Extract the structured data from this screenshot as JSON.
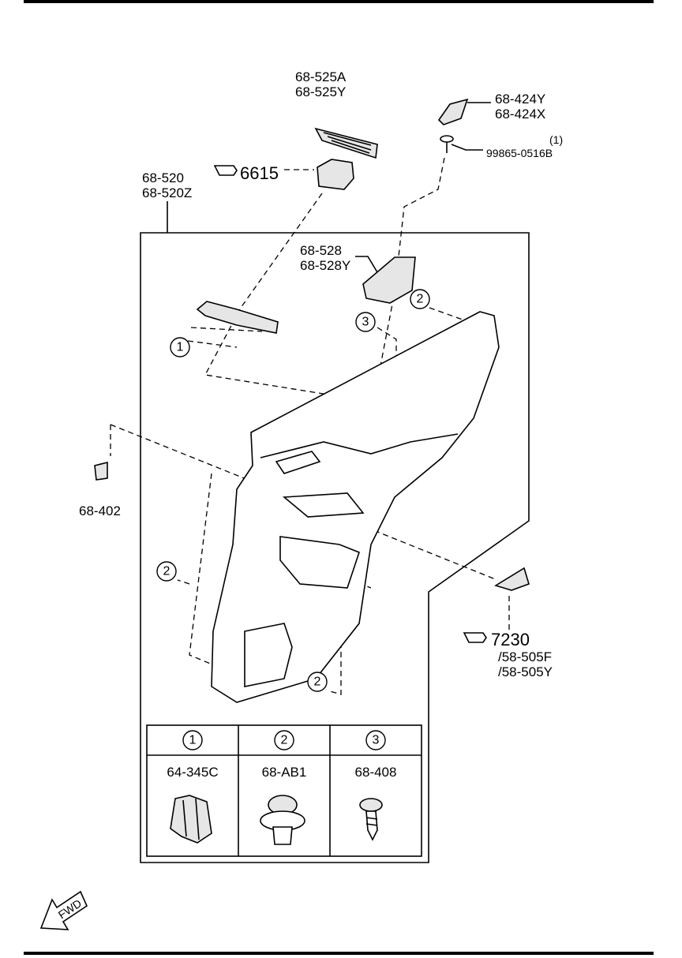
{
  "parts": {
    "grille": [
      "68-525A",
      "68-525Y"
    ],
    "garnish": [
      "68-424Y",
      "68-424X"
    ],
    "screw_qty": "(1)",
    "screw": "99865-0516B",
    "ref_6615": "6615",
    "trim_panel": [
      "68-520",
      "68-520Z"
    ],
    "switch_panel": [
      "68-528",
      "68-528Y"
    ],
    "clip_side": "68-402",
    "ref_7230": "7230",
    "trim_7230": [
      "/58-505F",
      "/58-505Y"
    ]
  },
  "callouts": {
    "one": "1",
    "two": "2",
    "three": "3"
  },
  "fastener_table": {
    "columns": [
      {
        "num": "1",
        "part": "64-345C"
      },
      {
        "num": "2",
        "part": "68-AB1"
      },
      {
        "num": "3",
        "part": "68-408"
      }
    ]
  },
  "fwd_label": "FWD"
}
